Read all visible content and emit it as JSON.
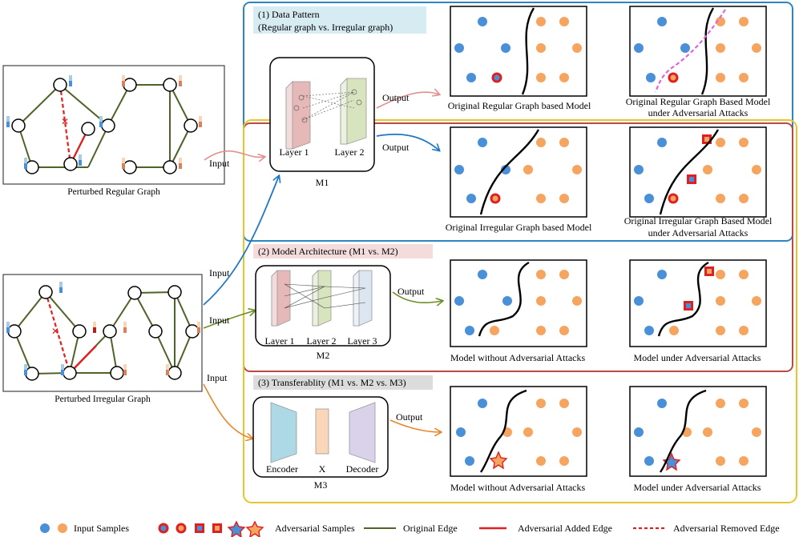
{
  "graphs": {
    "regular": {
      "caption": "Perturbed Regular Graph"
    },
    "irregular": {
      "caption": "Perturbed Irregular Graph"
    }
  },
  "sections": {
    "data_pattern": {
      "title": "(1) Data Pattern",
      "subtitle": "(Regular graph vs. Irregular graph)",
      "title_bg": "#d6ebf2",
      "border_color": "#2e86c1"
    },
    "model_arch": {
      "title": "(2) Model Architecture (M1 vs. M2)",
      "title_bg": "#f5dcdc",
      "border_color": "#b94a48"
    },
    "transfer": {
      "title": "(3) Transferablity (M1 vs. M2 vs. M3)",
      "title_bg": "#dcdcdc",
      "border_color": "#e8c52a"
    }
  },
  "models": {
    "m1": {
      "name": "M1",
      "layers": [
        "Layer 1",
        "Layer 2"
      ]
    },
    "m2": {
      "name": "M2",
      "layers": [
        "Layer 1",
        "Layer 2",
        "Layer 3"
      ]
    },
    "m3": {
      "name": "M3",
      "encoder": "Encoder",
      "x": "X",
      "decoder": "Decoder"
    }
  },
  "arrows": {
    "input": "Input",
    "output": "Output"
  },
  "panels": {
    "p1": "Original Regular Graph based Model",
    "p2_line1": "Original Regular Graph Based Model",
    "p2_line2": "under Adversarial Attacks",
    "p3": "Original Irregular Graph based Model",
    "p4_line1": "Original Irregular Graph Based Model",
    "p4_line2": "under Adversarial Attacks",
    "p5": "Model without Adversarial Attacks",
    "p6": "Model under Adversarial Attacks",
    "p7": "Model without Adversarial Attacks",
    "p8": "Model under Adversarial Attacks"
  },
  "legend": {
    "input_samples": "Input Samples",
    "adversarial_samples": "Adversarial Samples",
    "original_edge": "Original Edge",
    "added_edge": "Adversarial Added Edge",
    "removed_edge": "Adversarial Removed Edge"
  },
  "colors": {
    "blue_sample": "#4a90d9",
    "orange_sample": "#f5a55f",
    "adversarial_red": "#e02020",
    "original_edge": "#4f6228",
    "blue_arrow": "#1f77c4",
    "pink_arrow": "#e09090",
    "green_arrow": "#6b8e23",
    "orange_arrow": "#e8872a"
  }
}
